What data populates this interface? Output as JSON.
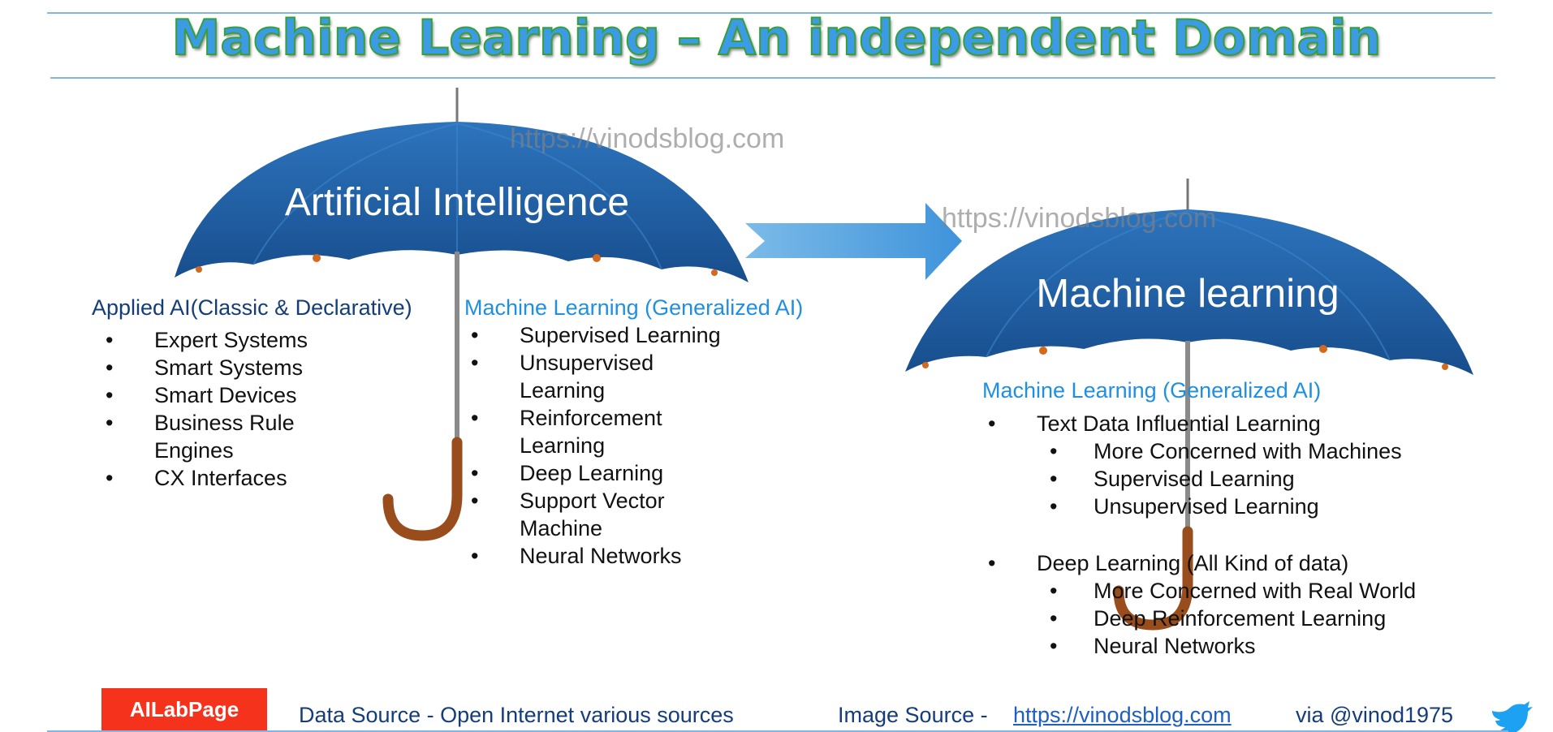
{
  "title": "Machine Learning – An independent Domain",
  "watermarks": [
    "https://vinodsblog.com",
    "https://vinodsblog.com"
  ],
  "left_umbrella": {
    "label": "Artificial Intelligence",
    "applied_heading": "Applied AI(Classic & Declarative)",
    "applied_items": [
      "Expert Systems",
      "Smart Systems",
      "Smart Devices",
      "Business Rule Engines",
      "CX Interfaces"
    ],
    "ml_heading": "Machine Learning (Generalized AI)",
    "ml_items": [
      "Supervised Learning",
      "Unsupervised Learning",
      "Reinforcement Learning",
      "Deep Learning",
      "Support Vector Machine",
      "Neural Networks"
    ]
  },
  "right_umbrella": {
    "label": "Machine learning",
    "heading": "Machine Learning (Generalized AI)",
    "groups": [
      {
        "label": "Text Data Influential Learning",
        "items": [
          "More Concerned with Machines",
          "Supervised Learning",
          "Unsupervised Learning"
        ]
      },
      {
        "label": "Deep Learning (All Kind of data)",
        "items": [
          "More Concerned with Real World",
          "Deep Reinforcement Learning",
          "Neural Networks"
        ]
      }
    ]
  },
  "footer": {
    "badge": "AILabPage",
    "data_source": "Data Source -  Open Internet  various sources",
    "image_source_label": "Image Source -",
    "image_source_link": "https://vinodsblog.com",
    "via": "via   @vinod1975"
  },
  "colors": {
    "canopy": "#1f5fa3",
    "accent_light": "#1f8fe0",
    "heading_dark": "#143d7a",
    "badge": "#f5331d",
    "handle": "#9a4d1c"
  },
  "icons": [
    "arrow-right-icon",
    "twitter-bird-icon"
  ]
}
